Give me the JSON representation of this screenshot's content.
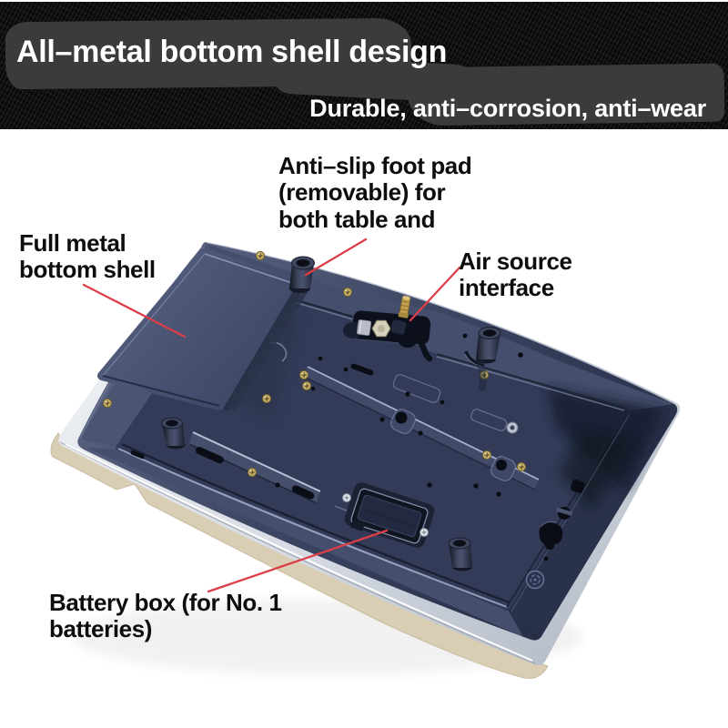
{
  "banner": {
    "title": "All–metal bottom shell design",
    "subtitle": "Durable, anti–corrosion, anti–wear"
  },
  "annotations": {
    "antislip": "Anti–slip foot pad\n(removable) for\nboth table and",
    "full_metal": "Full metal\nbottom shell",
    "air_source": "Air source\ninterface",
    "battery": "Battery box (for No. 1\nbatteries)"
  },
  "colors": {
    "accent_red": "#dd3e48",
    "banner_background": "#0a0a0a",
    "banner_highlight_blob": "#3b3b3b",
    "banner_text": "#ffffff",
    "label_text": "#0d0d0d",
    "shell_navy": "#3d4663",
    "chrome_rim": "#dfe4ec",
    "underside_beige": "#d9cdb4",
    "brass_fitting": "#c3a050",
    "page_background": "#ffffff"
  }
}
